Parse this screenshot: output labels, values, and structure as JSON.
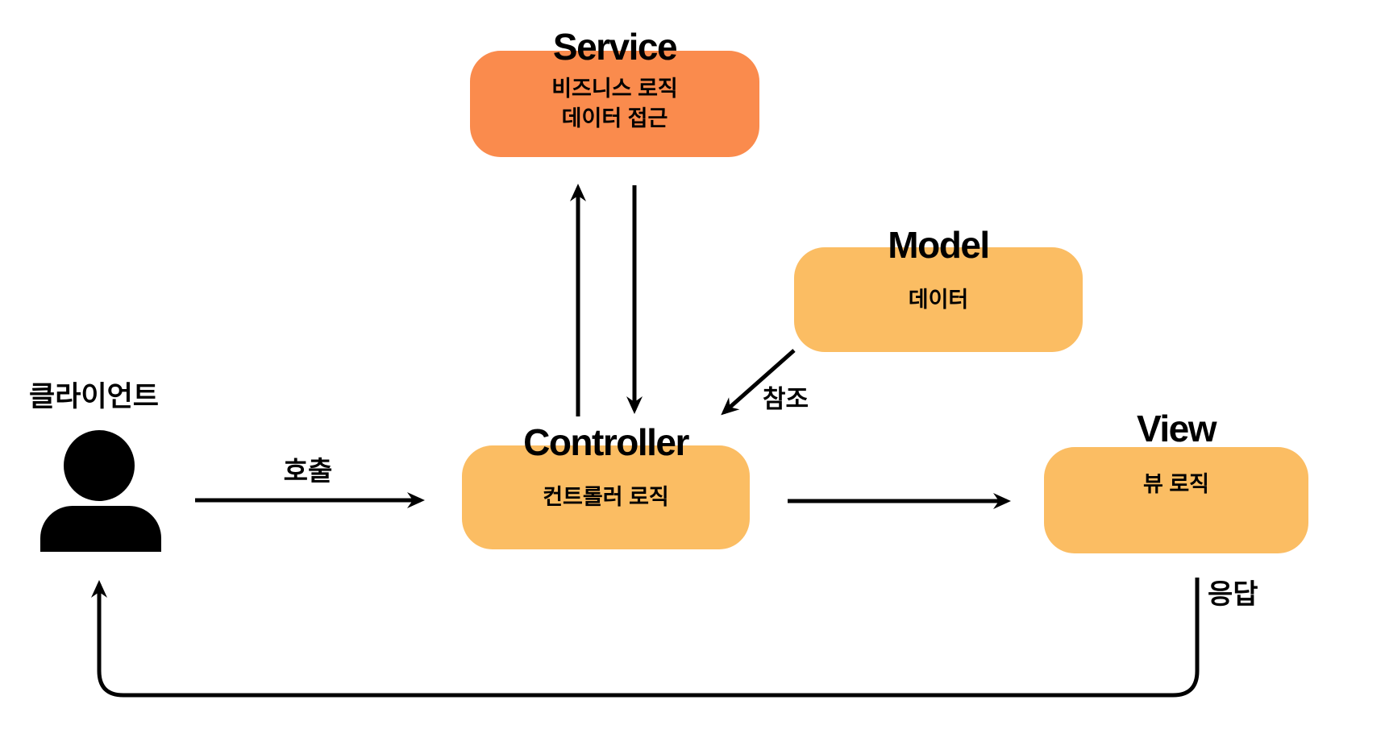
{
  "client": {
    "label": "클라이언트"
  },
  "nodes": {
    "service": {
      "title": "Service",
      "line1": "비즈니스 로직",
      "line2": "데이터 접근"
    },
    "model": {
      "title": "Model",
      "line1": "데이터"
    },
    "controller": {
      "title": "Controller",
      "line1": "컨트롤러 로직"
    },
    "view": {
      "title": "View",
      "line1": "뷰 로직"
    }
  },
  "edges": {
    "call": "호출",
    "reference": "참조",
    "response": "응답"
  },
  "colors": {
    "service_fill": "#FA8B4D",
    "node_fill": "#FBBD63",
    "arrow": "#000000",
    "text": "#000000",
    "background": "#FFFFFF"
  }
}
